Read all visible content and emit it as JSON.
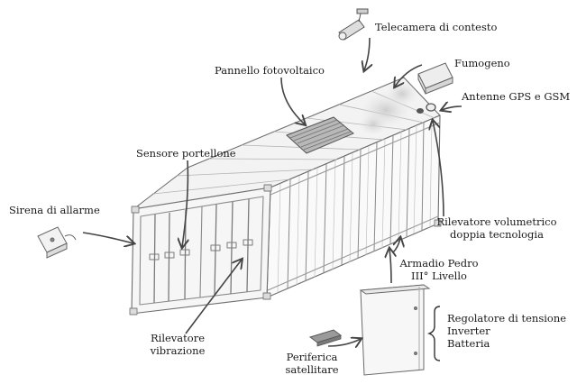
{
  "labels": {
    "camera": "Telecamera di contesto",
    "smoke": "Fumogeno",
    "antenna": "Antenne GPS e GSM",
    "solar": "Pannello fotovoltaico",
    "door_sensor": "Sensore portellone",
    "siren": "Sirena di allarme",
    "volumetric_1": "Rilevatore volumetrico",
    "volumetric_2": "doppia tecnologia",
    "cabinet_1": "Armadio Pedro",
    "cabinet_2": "III° Livello",
    "vibration_1": "Rilevatore",
    "vibration_2": "vibrazione",
    "satellite_1": "Periferica",
    "satellite_2": "satellitare",
    "cabinet_items": [
      "Regolatore di tensione",
      "Inverter",
      "Batteria"
    ]
  }
}
